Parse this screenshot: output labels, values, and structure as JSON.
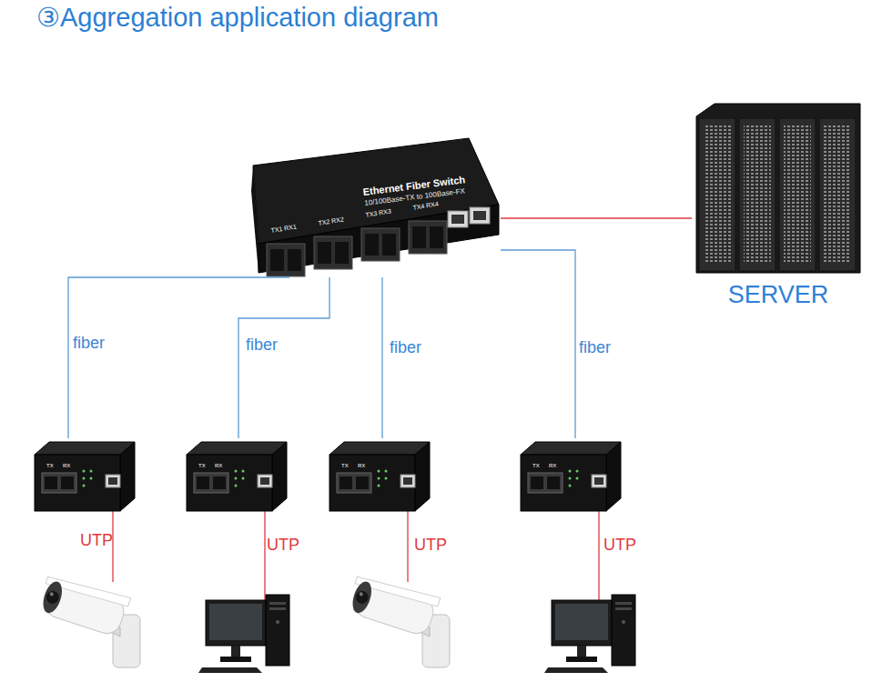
{
  "diagram": {
    "title": "③Aggregation application diagram",
    "nodes": [
      {
        "text": [
          "Ethernet Fiber Switch",
          "10/100Base-TX to 100Base-FX"
        ]
      },
      {
        "text": [
          "SERVER"
        ]
      },
      {
        "text": [
          "TX",
          "RX"
        ]
      },
      {
        "text": [
          "TX",
          "RX"
        ]
      },
      {
        "text": [
          "TX",
          "RX"
        ]
      },
      {
        "text": [
          "TX",
          "RX"
        ]
      }
    ],
    "edges": [
      {
        "from": 0,
        "to": 1,
        "arrow": "none"
      },
      {
        "from": 0,
        "to": 2,
        "label": "fiber",
        "arrow": "none"
      },
      {
        "from": 0,
        "to": 3,
        "label": "fiber",
        "arrow": "none"
      },
      {
        "from": 0,
        "to": 4,
        "label": "fiber",
        "arrow": "none"
      },
      {
        "from": 0,
        "to": 5,
        "label": "fiber",
        "arrow": "none"
      }
    ],
    "labels": [
      "TX1 RX1",
      "TX2 RX2",
      "TX3 RX3",
      "TX4 RX4",
      "UTP",
      "UTP",
      "UTP",
      "UTP"
    ]
  }
}
